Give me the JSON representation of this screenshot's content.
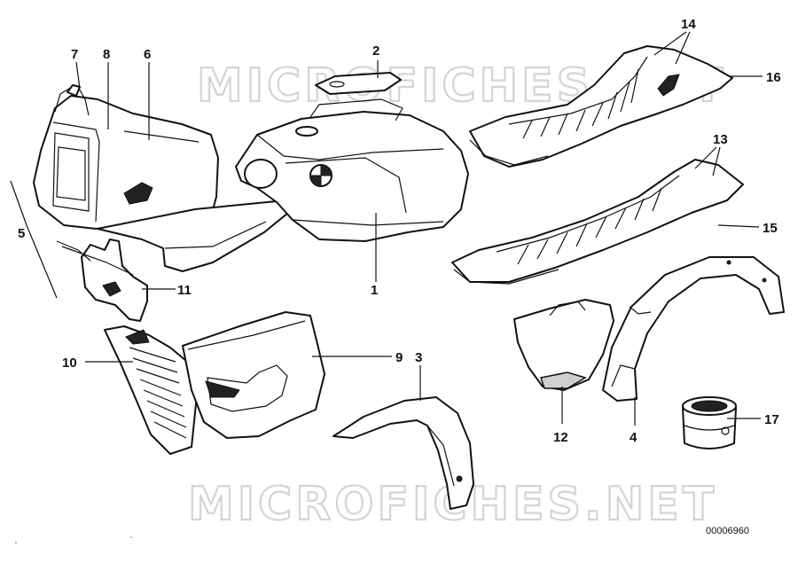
{
  "watermark": {
    "text_top": "MICROFICHES.NET",
    "text_bottom": "MICROFICHES.NET"
  },
  "diagram_number": "00006960",
  "callouts": [
    {
      "id": "c1",
      "label": "1"
    },
    {
      "id": "c2",
      "label": "2"
    },
    {
      "id": "c3",
      "label": "3"
    },
    {
      "id": "c4",
      "label": "4"
    },
    {
      "id": "c5",
      "label": "5"
    },
    {
      "id": "c6",
      "label": "6"
    },
    {
      "id": "c7",
      "label": "7"
    },
    {
      "id": "c8",
      "label": "8"
    },
    {
      "id": "c9",
      "label": "9"
    },
    {
      "id": "c10",
      "label": "10"
    },
    {
      "id": "c11",
      "label": "11"
    },
    {
      "id": "c12",
      "label": "12"
    },
    {
      "id": "c13",
      "label": "13"
    },
    {
      "id": "c14",
      "label": "14"
    },
    {
      "id": "c15",
      "label": "15"
    },
    {
      "id": "c16",
      "label": "16"
    },
    {
      "id": "c17",
      "label": "17"
    }
  ]
}
